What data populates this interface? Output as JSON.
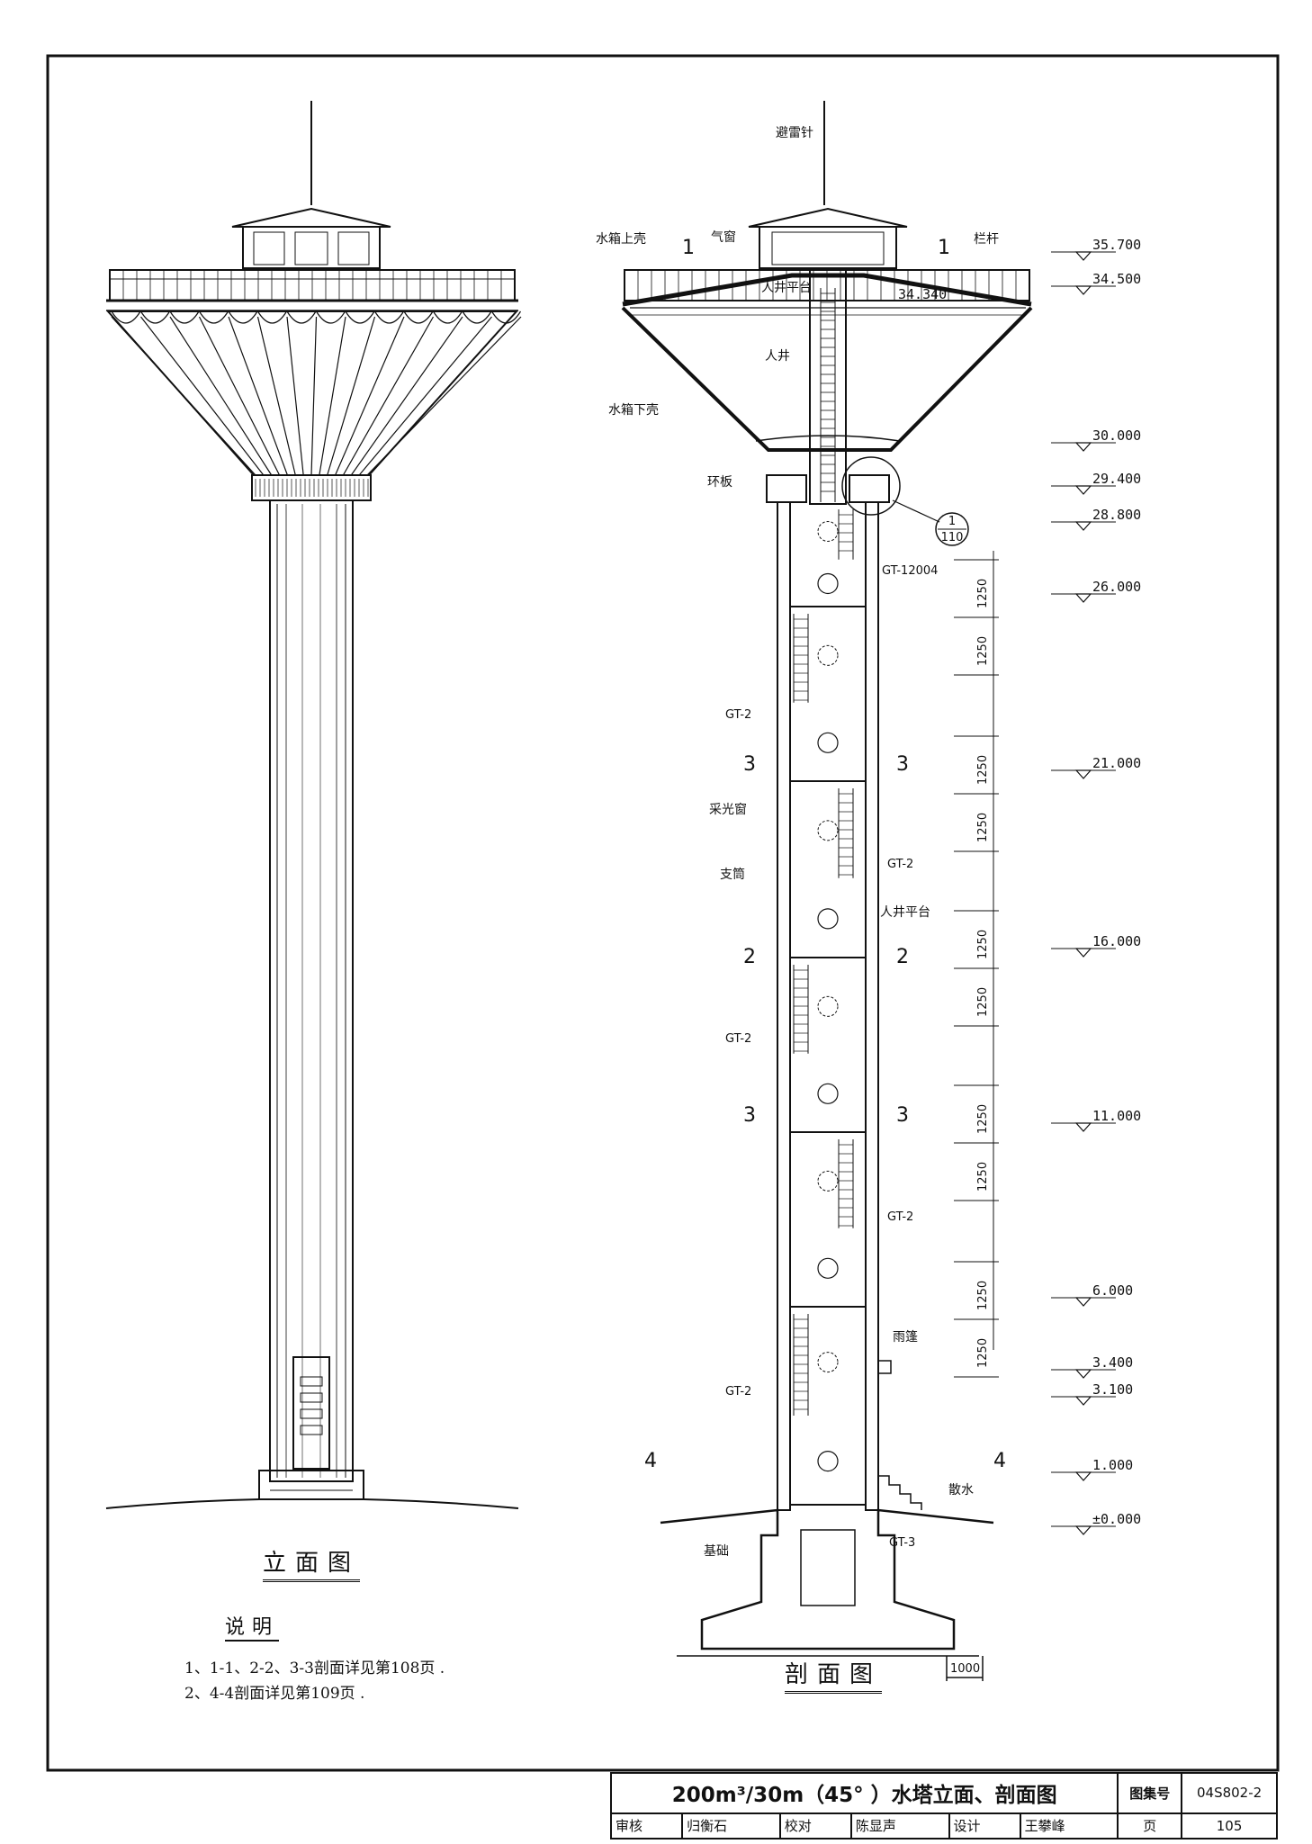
{
  "elevation_view": {
    "caption": "立面图"
  },
  "section_view": {
    "caption": "剖面图",
    "labels": {
      "lightning_rod": "避雷针",
      "tank_top_shell": "水箱上壳",
      "air_window": "气窗",
      "railing": "栏杆",
      "manhole_platform": "人井平台",
      "manhole": "人井",
      "tank_bottom_shell": "水箱下壳",
      "ring_plate": "环板",
      "detail_ref_num": "1",
      "detail_ref_den": "110",
      "gt1": "GT-12004",
      "gt2": "GT-2",
      "daylight_window": "采光窗",
      "support_tube": "支筒",
      "manhole_platform_2": "人井平台",
      "canopy": "雨篷",
      "apron": "散水",
      "foundation": "基础",
      "gt3": "GT-3",
      "water_level": "34.340"
    },
    "section_marks": {
      "s1": "1",
      "s2": "2",
      "s3": "3",
      "s4": "4"
    },
    "elevations": [
      "35.700",
      "34.500",
      "30.000",
      "29.400",
      "28.800",
      "26.000",
      "21.000",
      "16.000",
      "11.000",
      "6.000",
      "3.400",
      "3.100",
      "1.000",
      "±0.000"
    ],
    "dimension": "1250",
    "scale_bar": "1000"
  },
  "notes": {
    "title": "说明",
    "items": [
      "1、1-1、2-2、3-3剖面详见第108页 .",
      "2、4-4剖面详见第109页 ."
    ]
  },
  "title_block": {
    "title": "200m³/30m（45° ）水塔立面、剖面图",
    "atlas_label": "图集号",
    "atlas_no": "04S802-2",
    "review_label": "审核",
    "reviewer": "归衡石",
    "check_label": "校对",
    "checker": "陈显声",
    "design_label": "设计",
    "designer": "王攀峰",
    "page_label": "页",
    "page_no": "105"
  }
}
